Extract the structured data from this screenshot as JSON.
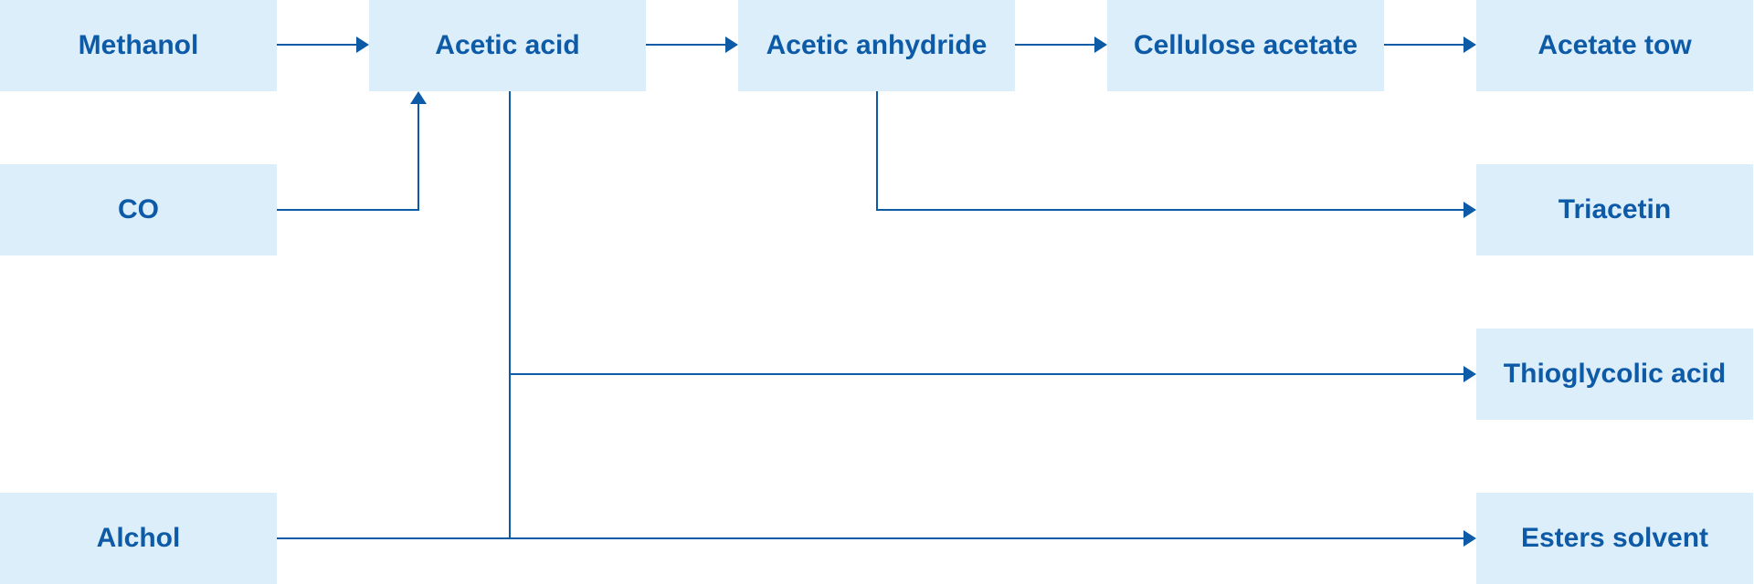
{
  "diagram": {
    "accent_color": "#0d5aa7",
    "box_color": "#ddeefb",
    "nodes": {
      "methanol": "Methanol",
      "co": "CO",
      "alchol": "Alchol",
      "acetic_acid": "Acetic acid",
      "acetic_anhydride": "Acetic anhydride",
      "cellulose_acetate": "Cellulose acetate",
      "acetate_tow": "Acetate tow",
      "triacetin": "Triacetin",
      "thioglycolic_acid": "Thioglycolic acid",
      "esters_solvent": "Esters solvent"
    },
    "edges": [
      {
        "from": "Methanol",
        "to": "Acetic acid"
      },
      {
        "from": "CO",
        "to": "Acetic acid"
      },
      {
        "from": "Acetic acid",
        "to": "Acetic anhydride"
      },
      {
        "from": "Acetic anhydride",
        "to": "Cellulose acetate"
      },
      {
        "from": "Cellulose acetate",
        "to": "Acetate tow"
      },
      {
        "from": "Acetic anhydride",
        "to": "Triacetin"
      },
      {
        "from": "Acetic acid",
        "to": "Thioglycolic acid"
      },
      {
        "from": "Acetic acid",
        "to": "Esters solvent"
      },
      {
        "from": "Alchol",
        "to": "Esters solvent"
      }
    ]
  }
}
